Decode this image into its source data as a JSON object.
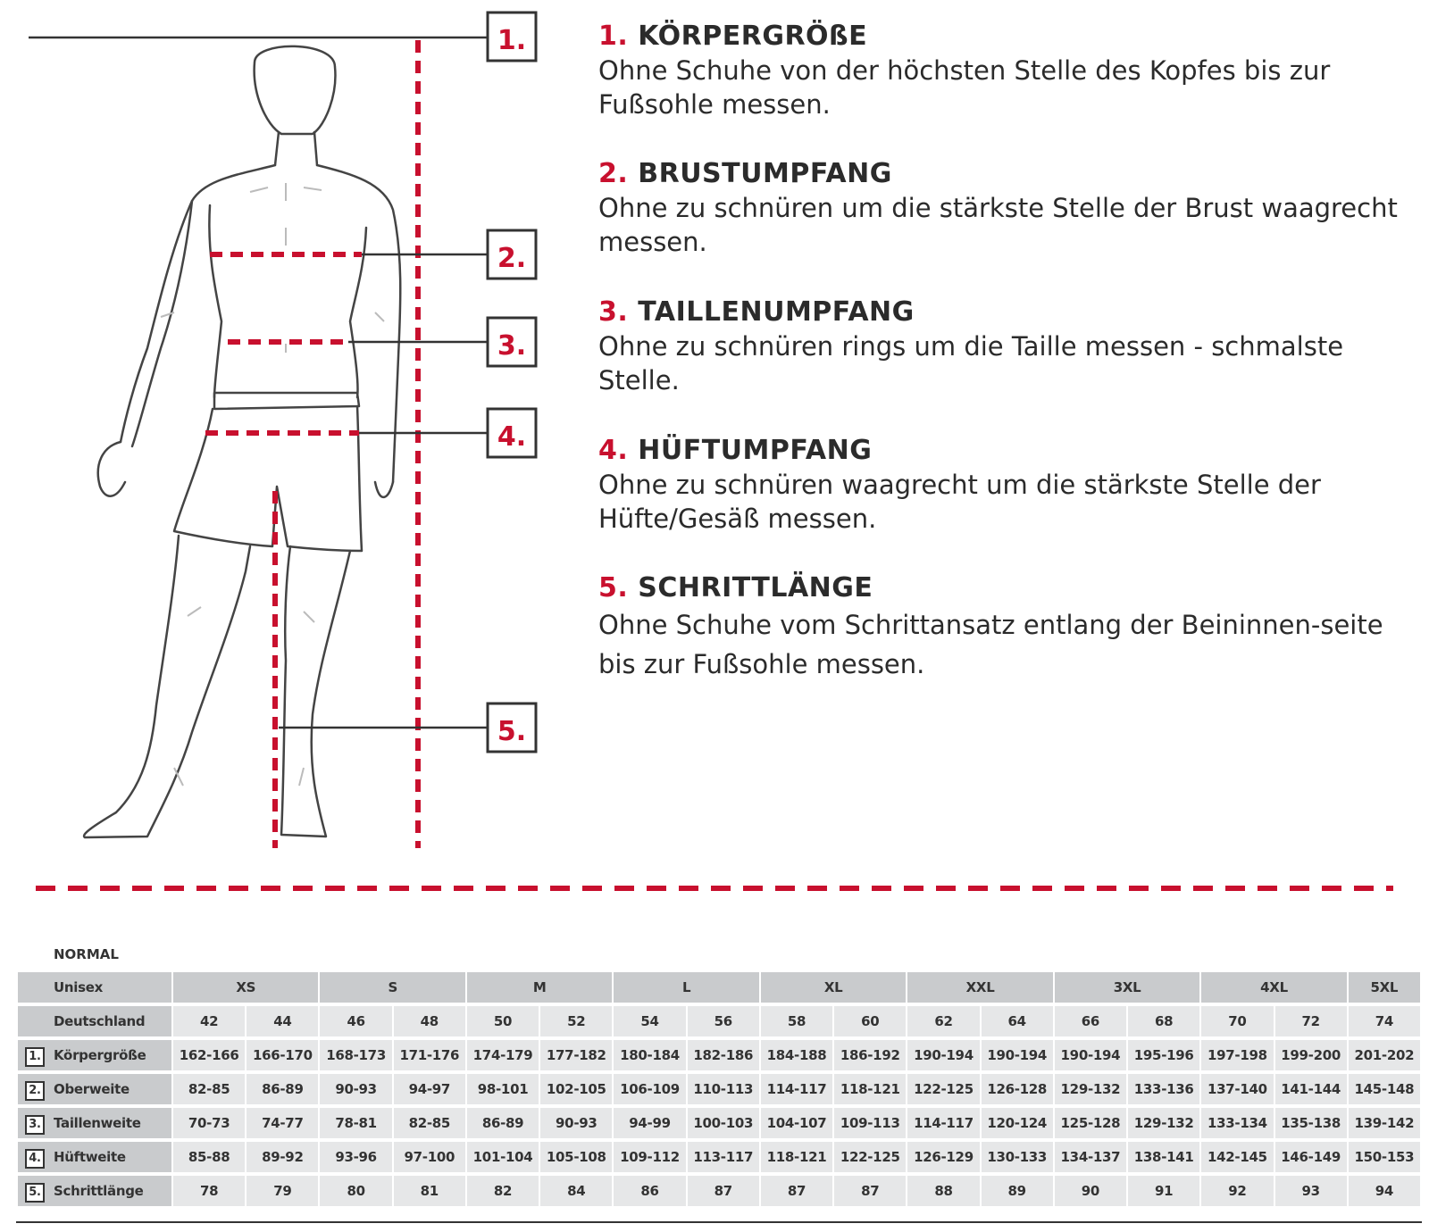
{
  "callouts": [
    "1.",
    "2.",
    "3.",
    "4.",
    "5."
  ],
  "instructions": [
    {
      "num": "1.",
      "title": "KÖRPERGRÖßE",
      "text": "Ohne Schuhe von der höchsten Stelle des Kopfes bis zur Fußsohle messen."
    },
    {
      "num": "2.",
      "title": "BRUSTUMPFANG",
      "text": "Ohne zu schnüren um die stärkste Stelle der Brust waagrecht messen."
    },
    {
      "num": "3.",
      "title": "TAILLENUMPFANG",
      "text": "Ohne zu schnüren rings um die Taille messen - schmalste Stelle."
    },
    {
      "num": "4.",
      "title": "HÜFTUMPFANG",
      "text": "Ohne zu schnüren waagrecht um die stärkste Stelle der Hüfte/Gesäß messen."
    },
    {
      "num": "5.",
      "title": "SCHRITTLÄNGE",
      "text": "Ohne Schuhe vom Schrittansatz entlang der Beininnen-seite bis zur Fußsohle messen."
    }
  ],
  "colors": {
    "accent": "#c8102e",
    "line": "#2b2b2b",
    "cell": "#e6e7e8",
    "header_cell": "#c9cbcd"
  },
  "table": {
    "label": "NORMAL",
    "unisex_label": "Unisex",
    "sizes": [
      "XS",
      "S",
      "M",
      "L",
      "XL",
      "XXL",
      "3XL",
      "4XL",
      "5XL"
    ],
    "deutschland_label": "Deutschland",
    "deutschland": [
      "42",
      "44",
      "46",
      "48",
      "50",
      "52",
      "54",
      "56",
      "58",
      "60",
      "62",
      "64",
      "66",
      "68",
      "70",
      "72",
      "74"
    ],
    "rows": [
      {
        "num": "1.",
        "label": "Körpergröße",
        "values": [
          "162-166",
          "166-170",
          "168-173",
          "171-176",
          "174-179",
          "177-182",
          "180-184",
          "182-186",
          "184-188",
          "186-192",
          "190-194",
          "190-194",
          "190-194",
          "195-196",
          "197-198",
          "199-200",
          "201-202"
        ]
      },
      {
        "num": "2.",
        "label": "Oberweite",
        "values": [
          "82-85",
          "86-89",
          "90-93",
          "94-97",
          "98-101",
          "102-105",
          "106-109",
          "110-113",
          "114-117",
          "118-121",
          "122-125",
          "126-128",
          "129-132",
          "133-136",
          "137-140",
          "141-144",
          "145-148"
        ]
      },
      {
        "num": "3.",
        "label": "Taillenweite",
        "values": [
          "70-73",
          "74-77",
          "78-81",
          "82-85",
          "86-89",
          "90-93",
          "94-99",
          "100-103",
          "104-107",
          "109-113",
          "114-117",
          "120-124",
          "125-128",
          "129-132",
          "133-134",
          "135-138",
          "139-142"
        ]
      },
      {
        "num": "4.",
        "label": "Hüftweite",
        "values": [
          "85-88",
          "89-92",
          "93-96",
          "97-100",
          "101-104",
          "105-108",
          "109-112",
          "113-117",
          "118-121",
          "122-125",
          "126-129",
          "130-133",
          "134-137",
          "138-141",
          "142-145",
          "146-149",
          "150-153"
        ]
      },
      {
        "num": "5.",
        "label": "Schrittlänge",
        "values": [
          "78",
          "79",
          "80",
          "81",
          "82",
          "84",
          "86",
          "87",
          "87",
          "87",
          "88",
          "89",
          "90",
          "91",
          "92",
          "93",
          "94"
        ]
      }
    ]
  }
}
